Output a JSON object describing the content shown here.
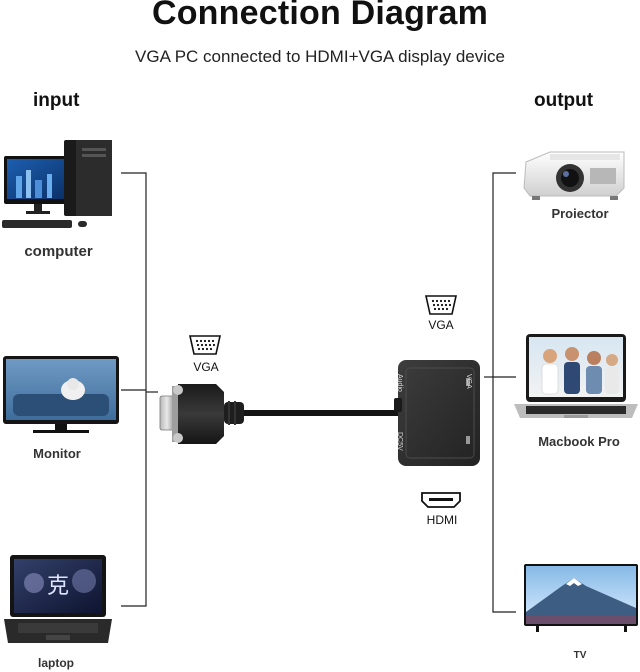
{
  "header": {
    "title": "Connection Diagram",
    "subtitle": "VGA PC connected to HDMI+VGA display device"
  },
  "input": {
    "heading": "input",
    "devices": [
      {
        "label": "computer"
      },
      {
        "label": "Monitor"
      },
      {
        "label": "laptop"
      }
    ],
    "port_label": "VGA"
  },
  "output": {
    "heading": "output",
    "devices": [
      {
        "label": "Proiector"
      },
      {
        "label": "Macbook Pro"
      },
      {
        "label": "TV"
      }
    ],
    "vga_label": "VGA",
    "hdmi_label": "HDMI"
  },
  "adapter": {
    "audio_text": "Audio",
    "vga_text": "VGA",
    "dc5v_text": "DC5V",
    "color": "#2b2b2b"
  }
}
